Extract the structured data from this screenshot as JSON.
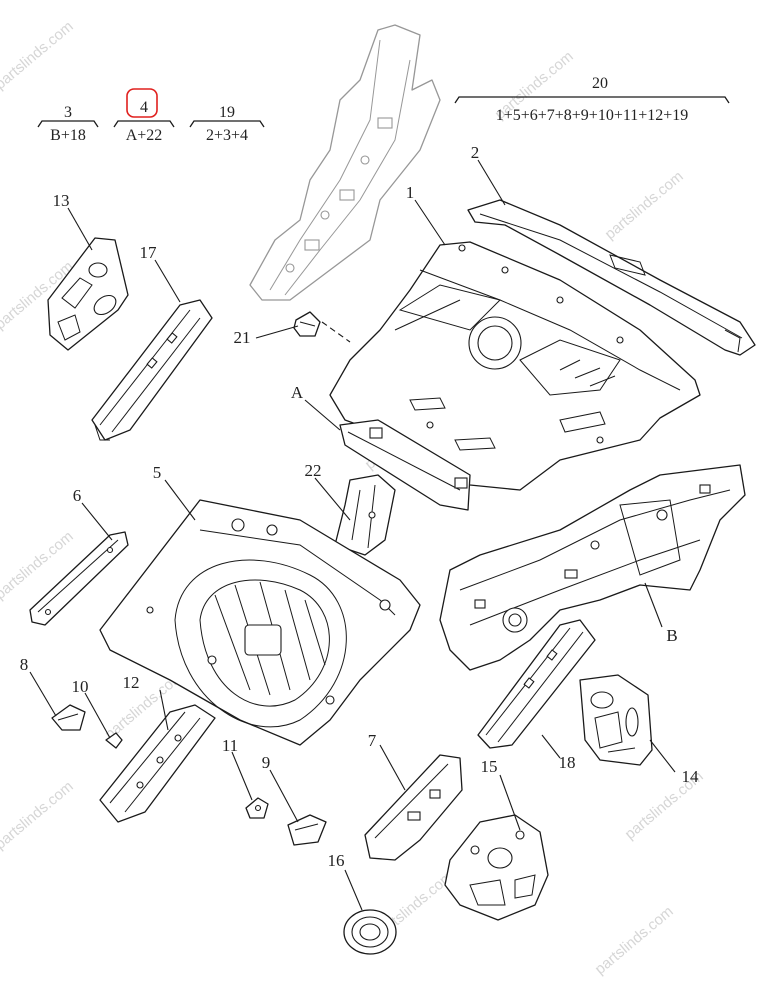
{
  "highlight_color": "#e0201e",
  "watermark": "partslinds.com",
  "combos": [
    {
      "number": "3",
      "formula": "B+18"
    },
    {
      "number": "4",
      "formula": "A+22",
      "highlighted": true
    },
    {
      "number": "19",
      "formula": "2+3+4"
    },
    {
      "number": "20",
      "formula": "1+5+6+7+8+9+10+11+12+19"
    }
  ],
  "labels": {
    "p1": "1",
    "p2": "2",
    "p5": "5",
    "p6": "6",
    "p7": "7",
    "p8": "8",
    "p9": "9",
    "p10": "10",
    "p11": "11",
    "p12": "12",
    "p13": "13",
    "p14": "14",
    "p15": "15",
    "p16": "16",
    "p17": "17",
    "p18": "18",
    "p21": "21",
    "p22": "22",
    "pA": "A",
    "pB": "B"
  }
}
